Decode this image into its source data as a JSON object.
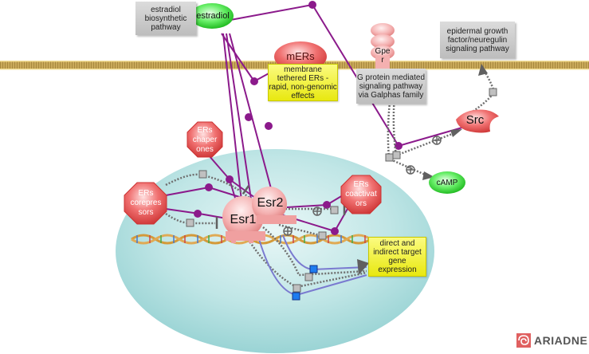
{
  "title": "Estrogen receptor signaling pathway",
  "nodes": {
    "estradiol": "estradiol",
    "mers": "mERs",
    "gper": "Gpe r",
    "src": "Src",
    "camp": "cAMP",
    "esr1": "Esr1",
    "esr2": "Esr2",
    "chaperones": "ERs chaper ones",
    "corepressors": "ERs corepres sors",
    "coactivators": "ERs coactivat ors"
  },
  "labels": {
    "estradiol_biosynthetic": "estradiol biosynthetic pathway",
    "membrane_tethered": "membrane tethered ERs - rapid, non-genomic effects",
    "g_protein": "G protein mediated signaling pathway via Galphas family",
    "egf": "epidermal growth factor/neuregulin signaling pathway",
    "target_gene": "direct and indirect target gene expression"
  },
  "logo": {
    "text": "ARIADNE"
  },
  "colors": {
    "binding": "#8b1a8b",
    "regulation": "#7a7ad0",
    "dotted": "#707070",
    "membrane": "#c8a850",
    "receptor_fill": "#f2a0a0",
    "small_molecule": "#44dd44",
    "octagon": "#e84c4c"
  }
}
